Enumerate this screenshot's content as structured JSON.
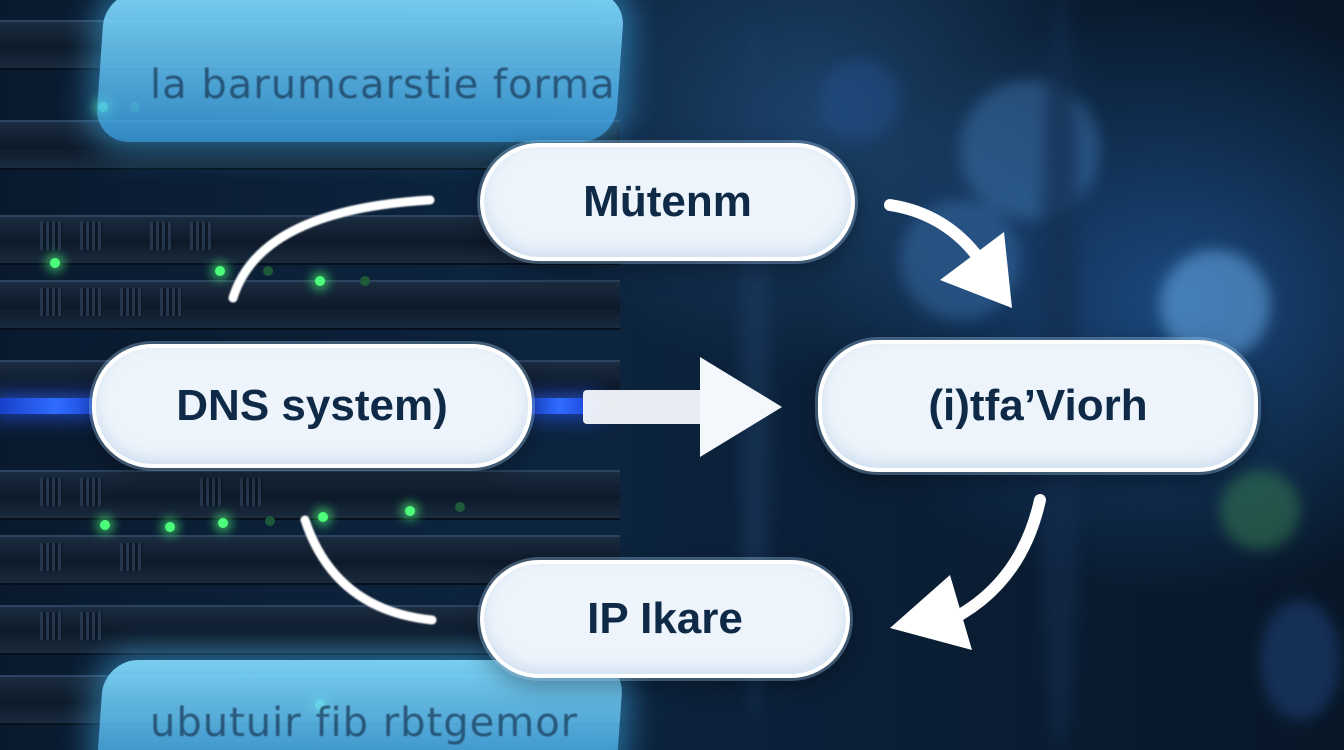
{
  "banners": {
    "top_text": "la barumcarstie forma",
    "bottom_text": "ubutuir fib rbtgemor"
  },
  "nodes": {
    "top": "Mütenm",
    "left": "DNS system)",
    "right": "(i)tfa’Viorh",
    "bottom": "IP Ikare"
  },
  "colors": {
    "node_fill": "#eef4fb",
    "node_text": "#0e2a47",
    "arrow": "#ffffff",
    "glow_blue": "#46beff",
    "led_green": "#4dff7a"
  }
}
